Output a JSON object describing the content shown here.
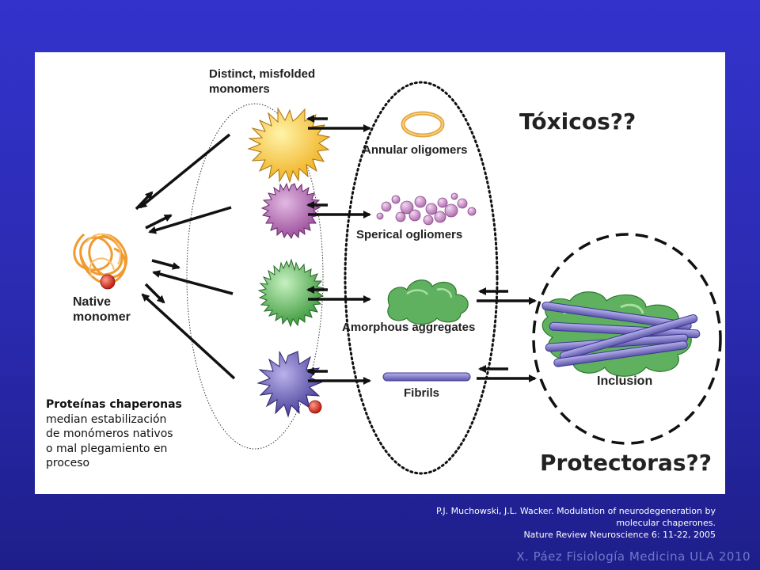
{
  "labels": {
    "distinct_line1": "Distinct, misfolded",
    "distinct_line2": "monomers",
    "annular": "Annular oligomers",
    "sperical": "Sperical ogliomers",
    "amorphous": "Amorphous aggregates",
    "fibrils": "Fibrils",
    "inclusion": "Inclusion",
    "native_line1": "Native",
    "native_line2": "monomer",
    "toxicos": "Tóxicos??",
    "protectoras": "Protectoras??"
  },
  "note": {
    "bold": "Proteínas chaperonas",
    "line2": "median estabilización",
    "line3": "de monómeros nativos",
    "line4": "o mal plegamiento en",
    "line5": "proceso"
  },
  "citation": {
    "line1": "P.J. Muchowski, J.L. Wacker. Modulation of neurodegeneration by",
    "line2": "molecular chaperones.",
    "line3": "Nature Review Neuroscience 6: 11-22, 2005"
  },
  "footer": "X. Páez Fisiología Medicina ULA 2010",
  "colors": {
    "background": "#2d2db8",
    "star_yellow": "#f5c542",
    "star_purple": "#b06ab0",
    "star_green": "#6cc06c",
    "star_blue": "#6a5fb0",
    "aggregate_green": "#6ab86a",
    "fibril": "#7a74c0",
    "ring": "#e6a63a",
    "accent_red": "#d63a2a"
  }
}
